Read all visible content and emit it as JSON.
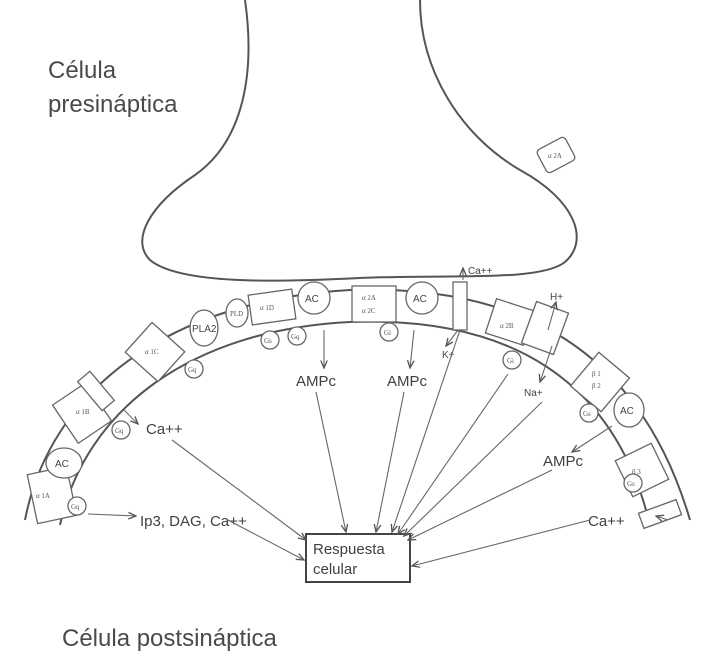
{
  "labels": {
    "presynaptic": [
      "Célula",
      "presináptica"
    ],
    "postsynaptic": "Célula postsináptica",
    "response": [
      "Respuesta",
      "celular"
    ],
    "ip3": "Ip3, DAG, Ca++",
    "amp1": "AMPc",
    "amp2": "AMPc",
    "amp3": "AMPc",
    "ca_left": "Ca++",
    "ca_top": "Ca++",
    "ca_right": "Ca++",
    "k": "K+",
    "na": "Na+",
    "h": "H+"
  },
  "receptors": {
    "r1A": "α 1A",
    "r1B": "α 1B",
    "r1C": "α 1C",
    "r1D": "α 1D",
    "r2A": "α 2A",
    "r2C": "α 2C",
    "r2B": "α 2B",
    "b1": "β 1",
    "b2": "β 2",
    "b3": "β 3",
    "pre2A": "α 2A"
  },
  "proteins": {
    "ac_left": "AC",
    "ac_mid1": "AC",
    "ac_mid2": "AC",
    "ac_right": "AC",
    "pla2": "PLA2",
    "pld": "PLD",
    "gq_left": "Gq",
    "gq_1b": "Gq",
    "gq_1c": "Gq",
    "gs_1d": "Gs",
    "gq_1d": "Gq",
    "gi_mid": "Gi",
    "gi_2b": "Gi",
    "gs_b1": "Gs",
    "gs_b3": "Gs"
  }
}
